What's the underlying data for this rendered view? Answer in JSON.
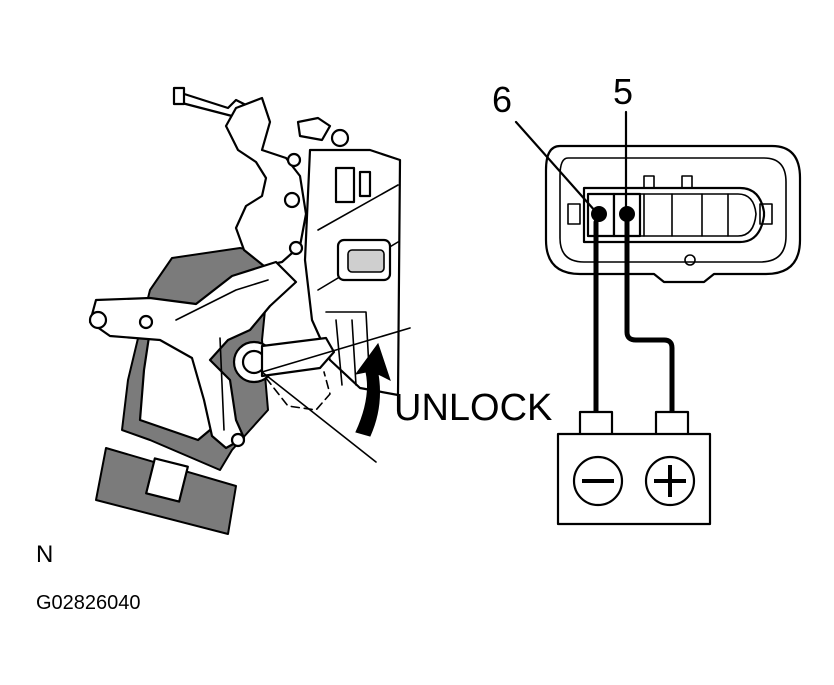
{
  "diagram": {
    "pin_labels": {
      "left": "6",
      "right": "5"
    },
    "action_label": "UNLOCK",
    "view_label": "N",
    "figure_code": "G02826040",
    "battery": {
      "negative_symbol": "−",
      "positive_symbol": "+"
    }
  }
}
